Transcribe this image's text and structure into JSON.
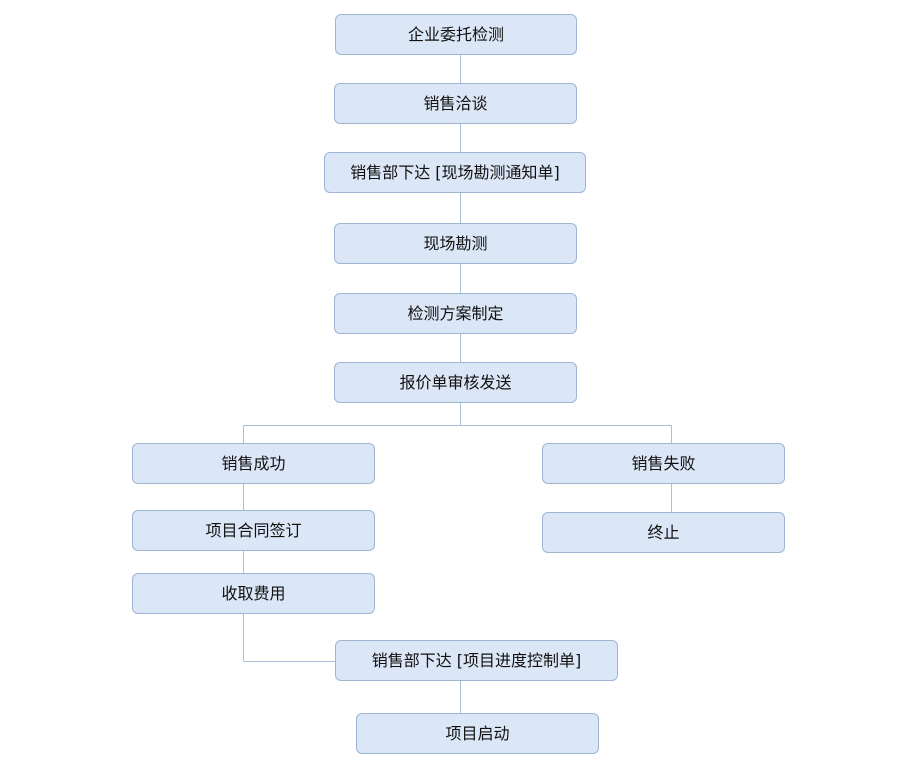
{
  "flowchart": {
    "nodes": [
      {
        "id": "n1",
        "label": "企业委托检测"
      },
      {
        "id": "n2",
        "label": "销售洽谈"
      },
      {
        "id": "n3",
        "label": "销售部下达 [现场勘测通知单]"
      },
      {
        "id": "n4",
        "label": "现场勘测"
      },
      {
        "id": "n5",
        "label": "检测方案制定"
      },
      {
        "id": "n6",
        "label": "报价单审核发送"
      },
      {
        "id": "n7",
        "label": "销售成功"
      },
      {
        "id": "n8",
        "label": "销售失败"
      },
      {
        "id": "n9",
        "label": "项目合同签订"
      },
      {
        "id": "n10",
        "label": "终止"
      },
      {
        "id": "n11",
        "label": "收取费用"
      },
      {
        "id": "n12",
        "label": "销售部下达 [项目进度控制单]"
      },
      {
        "id": "n13",
        "label": "项目启动"
      }
    ],
    "edges": [
      [
        "n1",
        "n2"
      ],
      [
        "n2",
        "n3"
      ],
      [
        "n3",
        "n4"
      ],
      [
        "n4",
        "n5"
      ],
      [
        "n5",
        "n6"
      ],
      [
        "n6",
        "n7"
      ],
      [
        "n6",
        "n8"
      ],
      [
        "n7",
        "n9"
      ],
      [
        "n9",
        "n11"
      ],
      [
        "n8",
        "n10"
      ],
      [
        "n11",
        "n12"
      ],
      [
        "n12",
        "n13"
      ]
    ],
    "colors": {
      "node_fill": "#dbe6f6",
      "node_border": "#9fb6d3",
      "connector": "#a8bfd9"
    }
  }
}
